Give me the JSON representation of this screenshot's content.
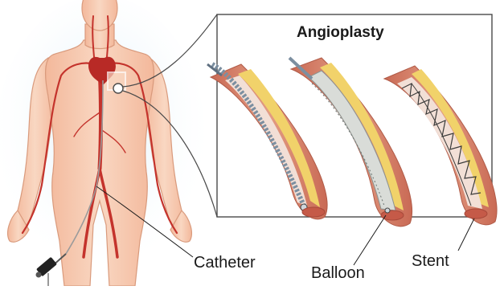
{
  "title": "Angioplasty",
  "labels": {
    "catheter": "Catheter",
    "balloon": "Balloon",
    "stent": "Stent"
  },
  "colors": {
    "skin": "#f6cdb3",
    "skin_outline": "#d99a7c",
    "artery": "#c4332c",
    "vessel_wall": "#d9826a",
    "vessel_lumen": "#f2dfd6",
    "plaque": "#f1d26a",
    "panel_border": "#4a4a4a",
    "glow": "#cfe6f7"
  }
}
